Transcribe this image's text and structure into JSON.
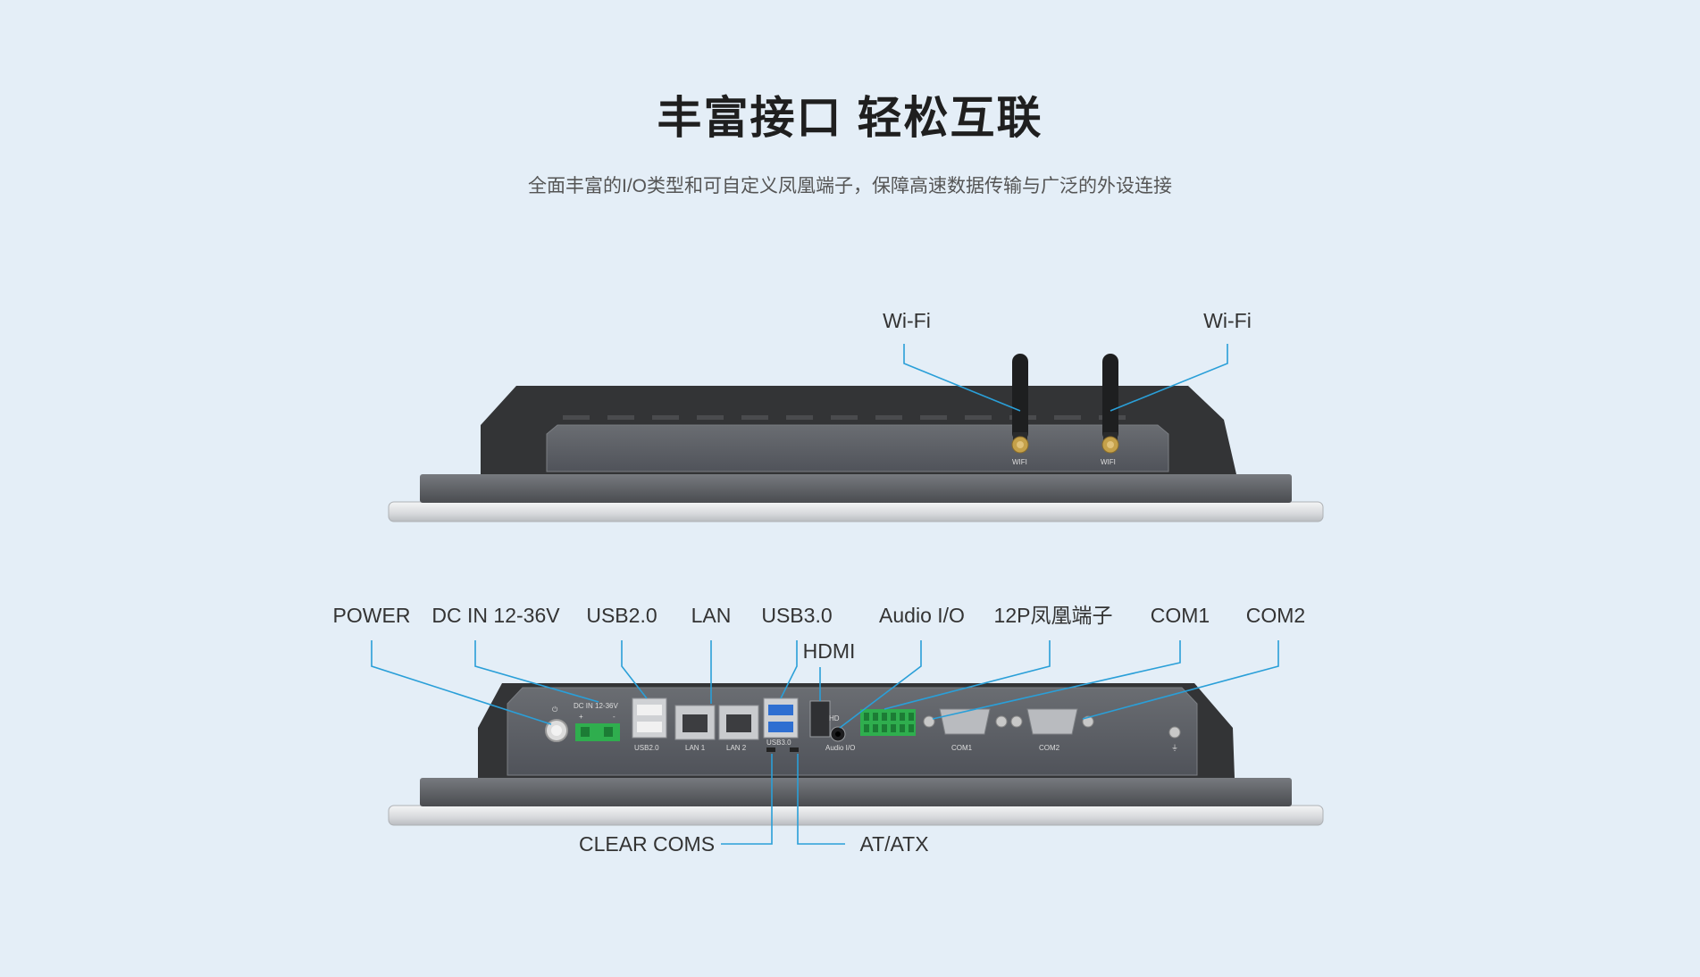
{
  "header": {
    "title": "丰富接口 轻松互联",
    "subtitle": "全面丰富的I/O类型和可自定义凤凰端子，保障高速数据传输与广泛的外设连接"
  },
  "top_view": {
    "labels": {
      "wifi_left": "Wi-Fi",
      "wifi_right": "Wi-Fi"
    },
    "panel_text": {
      "wifi_1": "WIFI",
      "wifi_2": "WIFI"
    }
  },
  "bottom_view": {
    "labels": {
      "power": "POWER",
      "dc_in": "DC IN 12-36V",
      "usb2": "USB2.0",
      "lan": "LAN",
      "usb3": "USB3.0",
      "hdmi": "HDMI",
      "audio": "Audio I/O",
      "phoenix": "12P凤凰端子",
      "com1": "COM1",
      "com2": "COM2",
      "clear_coms": "CLEAR COMS",
      "at_atx": "AT/ATX"
    },
    "panel_text": {
      "dc_in": "DC IN 12-36V",
      "plus": "+",
      "minus": "-",
      "usb2": "USB2.0",
      "lan1": "LAN 1",
      "lan2": "LAN 2",
      "usb3": "USB3.0",
      "hd": "HD",
      "audio": "Audio I/O",
      "com1": "COM1",
      "com2": "COM2"
    }
  },
  "colors": {
    "background": "#e4eef7",
    "leader_line": "#2a9fd8",
    "chassis": "#3a3a3c",
    "panel": "#5b5e63",
    "usb3_blue": "#2f6fd1",
    "terminal_green": "#2fae4e"
  }
}
